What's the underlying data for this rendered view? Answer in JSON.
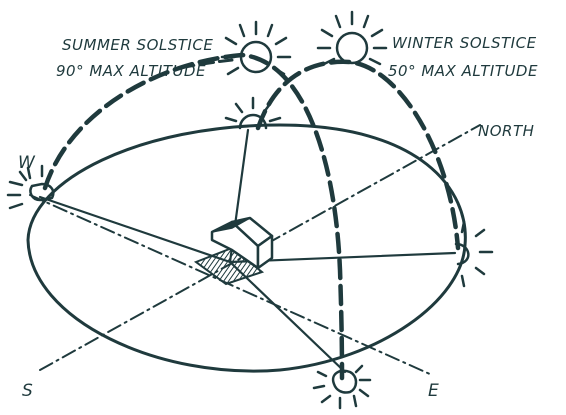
{
  "colors": {
    "ink": "#1f3a3d",
    "background": "#ffffff"
  },
  "labels": {
    "summer_line1": "SUMMER SOLSTICE",
    "summer_line2": "90° MAX ALTITUDE",
    "winter_line1": "WINTER SOLSTICE",
    "winter_line2": "50° MAX ALTITUDE",
    "north": "NORTH",
    "west": "W",
    "south": "S",
    "east": "E"
  },
  "icons": [
    "sun-icon",
    "building-icon"
  ]
}
